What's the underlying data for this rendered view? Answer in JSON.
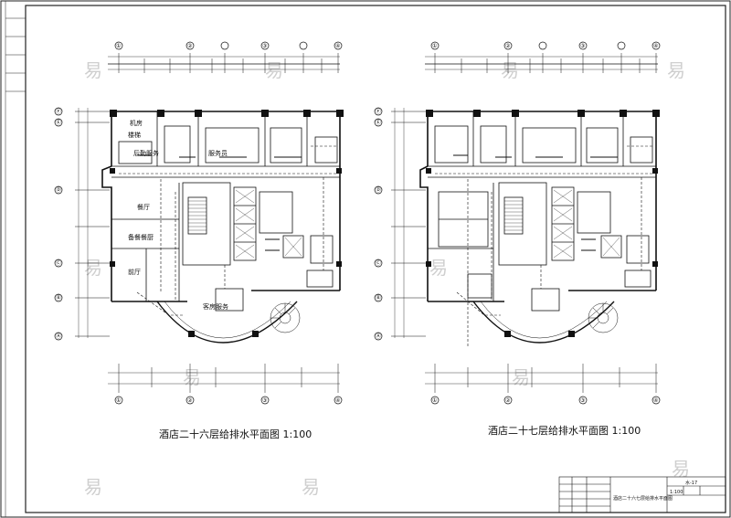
{
  "drawing": {
    "left_plan": {
      "title": "酒店二十六层给排水平面图 1:100",
      "rooms": [
        "机房",
        "楼梯",
        "后勤服务",
        "服务员",
        "餐厅",
        "备餐餐厨",
        "前厅",
        "客房服务"
      ],
      "grid_labels": [
        "①",
        "②",
        "③",
        "④",
        "Ⓕ",
        "Ⓔ",
        "Ⓓ",
        "Ⓒ",
        "Ⓑ",
        "Ⓐ"
      ]
    },
    "right_plan": {
      "title": "酒店二十七层给排水平面图 1:100",
      "grid_labels": [
        "①",
        "②",
        "③",
        "④",
        "Ⓕ",
        "Ⓔ",
        "Ⓓ",
        "Ⓒ",
        "Ⓑ",
        "Ⓐ"
      ]
    },
    "title_block": {
      "drawing_name": "酒店二十六七层给排水平面图",
      "drawing_no": "水-17",
      "scale": "1:100"
    },
    "watermark": "易"
  }
}
